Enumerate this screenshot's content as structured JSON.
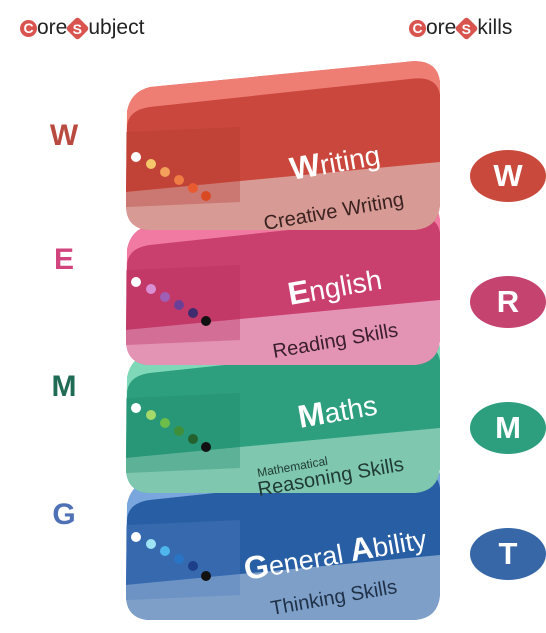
{
  "header": {
    "left": {
      "c": "C",
      "word1": "ore",
      "s": "S",
      "word2": "ubject"
    },
    "right": {
      "c": "C",
      "word1": "ore",
      "s": "S",
      "word2": "kills"
    }
  },
  "left_letters": [
    "W",
    "E",
    "M",
    "G"
  ],
  "right_badges": [
    "W",
    "R",
    "M",
    "T"
  ],
  "blocks": [
    {
      "title_initial": "W",
      "title_rest": "riting",
      "subtitle_small": "",
      "subtitle": "Creative Writing",
      "color": "#c9473c",
      "light": "#e2625a",
      "band": "#d79a95",
      "dots": [
        "#ffffff",
        "#f5c86c",
        "#f2a05a",
        "#ee7c44",
        "#e85a30",
        "#d94a22"
      ]
    },
    {
      "title_initial": "E",
      "title_rest": "nglish",
      "subtitle_small": "",
      "subtitle": "Reading Skills",
      "color": "#c93f6e",
      "light": "#e55d8a",
      "band": "#e393b4",
      "dots": [
        "#ffffff",
        "#d98fd2",
        "#9f5fb4",
        "#6c3f97",
        "#3f2b6e",
        "#111111"
      ]
    },
    {
      "title_initial": "M",
      "title_rest": "aths",
      "subtitle_small": "Mathematical",
      "subtitle": "Reasoning Skills",
      "color": "#2d9f7e",
      "light": "#52c19c",
      "band": "#7fc7af",
      "dots": [
        "#ffffff",
        "#a5d96a",
        "#6dbd4a",
        "#3f8f3a",
        "#23622f",
        "#111111"
      ]
    },
    {
      "title_initial": "G",
      "title_rest": "eneral ",
      "title_initial2": "A",
      "title_rest2": "bility",
      "subtitle_small": "",
      "subtitle": "Thinking Skills",
      "color": "#285ea3",
      "light": "#5e90d4",
      "band": "#7d9fc8",
      "dots": [
        "#ffffff",
        "#9fe4f5",
        "#4fb6ec",
        "#2a74c6",
        "#1c3f88",
        "#111111"
      ]
    }
  ],
  "colors": {
    "left_letters": [
      "#b84a3f",
      "#d1447d",
      "#1f6b55",
      "#4f72b6"
    ],
    "badges": [
      "#c94a3c",
      "#c4446f",
      "#2d9f7e",
      "#3767a7"
    ],
    "header_c": "#d9534f",
    "header_s": "#d9534f"
  }
}
